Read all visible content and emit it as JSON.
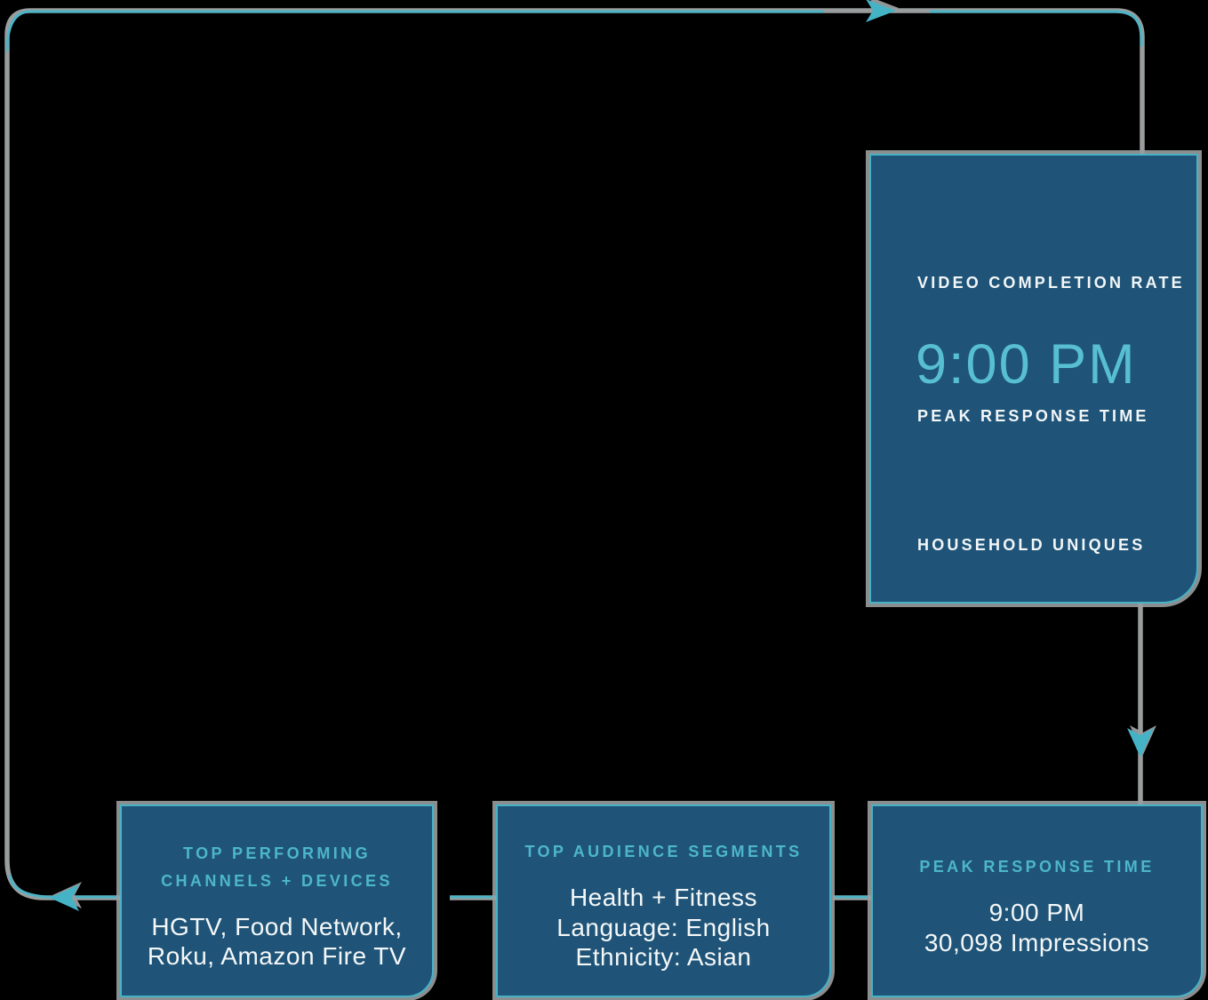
{
  "colors": {
    "background": "#000000",
    "card_fill": "#1F5478",
    "card_border_teal": "#47B2C6",
    "flow_line_teal": "#4CB4C6",
    "flow_line_gray": "#9A9D9E",
    "title_teal": "#4DB6CA",
    "big_time_teal": "#58BFD3",
    "text_white": "#F4F7F8"
  },
  "icons": {
    "arrow_right": "flow-arrow-right-icon",
    "arrow_down": "flow-arrow-down-icon",
    "arrow_left": "flow-arrow-left-icon"
  },
  "stats_panel": {
    "video_completion_label": "VIDEO COMPLETION RATE",
    "peak_time_value": "9:00 PM",
    "peak_time_label": "PEAK RESPONSE TIME",
    "household_label": "HOUSEHOLD UNIQUES"
  },
  "bottom_cards": [
    {
      "title_lines": [
        "TOP PERFORMING",
        "CHANNELS + DEVICES"
      ],
      "lines": [
        "HGTV, Food Network,",
        "Roku, Amazon Fire TV"
      ]
    },
    {
      "title_lines": [
        "TOP AUDIENCE SEGMENTS"
      ],
      "lines": [
        "Health + Fitness",
        "Language: English",
        "Ethnicity: Asian"
      ]
    },
    {
      "title_lines": [
        "PEAK RESPONSE TIME"
      ],
      "lines": [
        "9:00 PM",
        "30,098 Impressions"
      ]
    }
  ]
}
